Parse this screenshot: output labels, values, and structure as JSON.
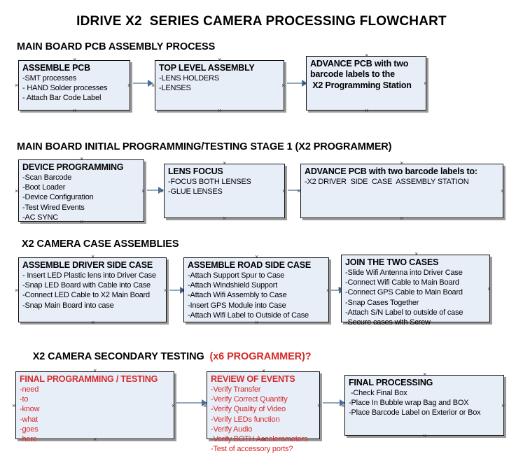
{
  "document": {
    "title": "IDRIVE X2  SERIES CAMERA PROCESSING FLOWCHART"
  },
  "sections": [
    {
      "id": "main-board-pcb-assembly-process",
      "heading": "MAIN BOARD PCB ASSEMBLY PROCESS",
      "heading_accent": ""
    },
    {
      "id": "main-board-initial-programming",
      "heading": "MAIN BOARD INITIAL PROGRAMMING/TESTING STAGE 1 (X2 PROGRAMMER)",
      "heading_accent": ""
    },
    {
      "id": "x2-camera-case-assemblies",
      "heading": "X2 CAMERA CASE ASSEMBLIES",
      "heading_accent": ""
    },
    {
      "id": "x2-camera-secondary-testing",
      "heading": "X2 CAMERA SECONDARY TESTING  ",
      "heading_accent": "(x6 PROGRAMMER)?"
    }
  ],
  "nodes": {
    "assemble_pcb": {
      "header": "ASSEMBLE PCB",
      "lines": [
        "-SMT processes",
        "- HAND Solder processes",
        "- Attach Bar Code Label"
      ]
    },
    "top_level_assembly": {
      "header": "TOP LEVEL ASSEMBLY",
      "lines": [
        "-LENS HOLDERS",
        "-LENSES"
      ]
    },
    "advance_pcb_station": {
      "header": "ADVANCE PCB with two",
      "lines": [
        "barcode labels to the",
        " X2 Programming Station"
      ]
    },
    "device_programming": {
      "header": "DEVICE PROGRAMMING",
      "lines": [
        "-Scan Barcode",
        "-Boot Loader",
        "-Device Configuration",
        "-Test Wired Events",
        "-AC SYNC"
      ]
    },
    "lens_focus": {
      "header": "LENS FOCUS",
      "lines": [
        "-FOCUS BOTH LENSES",
        "-GLUE LENSES"
      ]
    },
    "advance_pcb_driver_side": {
      "header": "ADVANCE PCB with two barcode labels to:",
      "lines": [
        "-X2 DRIVER  SIDE  CASE  ASSEMBLY STATION"
      ]
    },
    "assemble_driver_side_case": {
      "header": "ASSEMBLE DRIVER SIDE CASE",
      "lines": [
        "- Insert LED Plastic lens into Driver Case",
        "-Snap LED Board with Cable into Case",
        "-Connect LED Cable to X2 Main Board",
        "-Snap Main Board into case"
      ]
    },
    "assemble_road_side_case": {
      "header": "ASSEMBLE ROAD SIDE CASE",
      "lines": [
        "-Attach Support Spur to Case",
        "-Attach Windshield Support",
        "-Attach Wifi Assembly to Case",
        "-Insert GPS Module into Case",
        "-Attach Wifi Label to Outside of Case"
      ]
    },
    "join_the_two_cases": {
      "header": "JOIN THE TWO CASES",
      "lines": [
        "-Slide Wifi Antenna into Driver Case",
        "-Connect Wifi Cable to Main Board",
        "-Connect GPS Cable to Main Board",
        "-Snap Cases Together",
        "-Attach S/N Label to outside of case",
        "-Secure cases with Screw"
      ]
    },
    "final_programming_testing": {
      "header": "FINAL PROGRAMMING / TESTING",
      "lines": [
        "-need",
        "-to",
        "-know",
        "-what",
        "-goes",
        "-here"
      ]
    },
    "review_of_events": {
      "header": "REVIEW OF EVENTS",
      "lines": [
        "-Verify Transfer",
        "-Verify Correct Quantity",
        "-Verify Quality of Video",
        "-Verify LEDs function",
        "-Verify Audio",
        "-Verify BOTH Accelerometers",
        "-Test of accessory ports?"
      ]
    },
    "final_processing": {
      "header": "FINAL PROCESSING",
      "lines": [
        " -Check Final Box",
        "-Place In Bubble wrap Bag and BOX",
        "-Place Barcode Label on Exterior or Box"
      ]
    }
  },
  "colors": {
    "box_fill": "#e8eef8",
    "box_border": "#111111",
    "box_shadow": "#9a9a9a",
    "accent_red": "#d52b2b",
    "arrow_line": "#8fa8c0",
    "arrow_head": "#4a6f9c",
    "text": "#000000"
  },
  "connector_glyph": "×"
}
